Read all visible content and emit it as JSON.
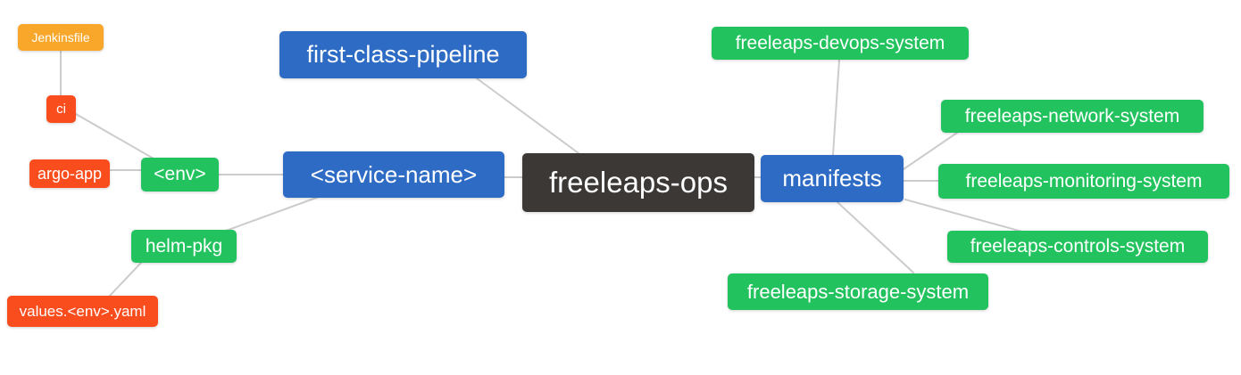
{
  "palette": {
    "root": "#3b3836",
    "primary_branch": "#2d6bc4",
    "secondary_branch": "#22c35e",
    "leaf_amber": "#f8a72a",
    "leaf_red": "#f94d1d",
    "edge": "#cccccc",
    "background": "#ffffff",
    "node_text": "#ffffff"
  },
  "nodes": {
    "freeleaps-ops": {
      "label": "freeleaps-ops",
      "role": "root"
    },
    "first-class-pipeline": {
      "label": "first-class-pipeline",
      "role": "primary-branch"
    },
    "service-name": {
      "label": "<service-name>",
      "role": "primary-branch"
    },
    "manifests": {
      "label": "manifests",
      "role": "primary-branch"
    },
    "env": {
      "label": "<env>",
      "role": "secondary-branch"
    },
    "helm-pkg": {
      "label": "helm-pkg",
      "role": "secondary-branch"
    },
    "ci": {
      "label": "ci",
      "role": "leaf"
    },
    "argo-app": {
      "label": "argo-app",
      "role": "leaf"
    },
    "jenkinsfile": {
      "label": "Jenkinsfile",
      "role": "leaf"
    },
    "values-env-yaml": {
      "label": "values.<env>.yaml",
      "role": "leaf"
    },
    "freeleaps-devops-system": {
      "label": "freeleaps-devops-system",
      "role": "secondary-branch"
    },
    "freeleaps-network-system": {
      "label": "freeleaps-network-system",
      "role": "secondary-branch"
    },
    "freeleaps-monitoring-system": {
      "label": "freeleaps-monitoring-system",
      "role": "secondary-branch"
    },
    "freeleaps-controls-system": {
      "label": "freeleaps-controls-system",
      "role": "secondary-branch"
    },
    "freeleaps-storage-system": {
      "label": "freeleaps-storage-system",
      "role": "secondary-branch"
    }
  },
  "edges": [
    [
      "jenkinsfile",
      "ci"
    ],
    [
      "ci",
      "env"
    ],
    [
      "argo-app",
      "env"
    ],
    [
      "env",
      "service-name"
    ],
    [
      "service-name",
      "helm-pkg"
    ],
    [
      "helm-pkg",
      "values-env-yaml"
    ],
    [
      "first-class-pipeline",
      "freeleaps-ops"
    ],
    [
      "service-name",
      "freeleaps-ops"
    ],
    [
      "freeleaps-ops",
      "manifests"
    ],
    [
      "manifests",
      "freeleaps-devops-system"
    ],
    [
      "manifests",
      "freeleaps-network-system"
    ],
    [
      "manifests",
      "freeleaps-monitoring-system"
    ],
    [
      "manifests",
      "freeleaps-controls-system"
    ],
    [
      "manifests",
      "freeleaps-storage-system"
    ]
  ]
}
